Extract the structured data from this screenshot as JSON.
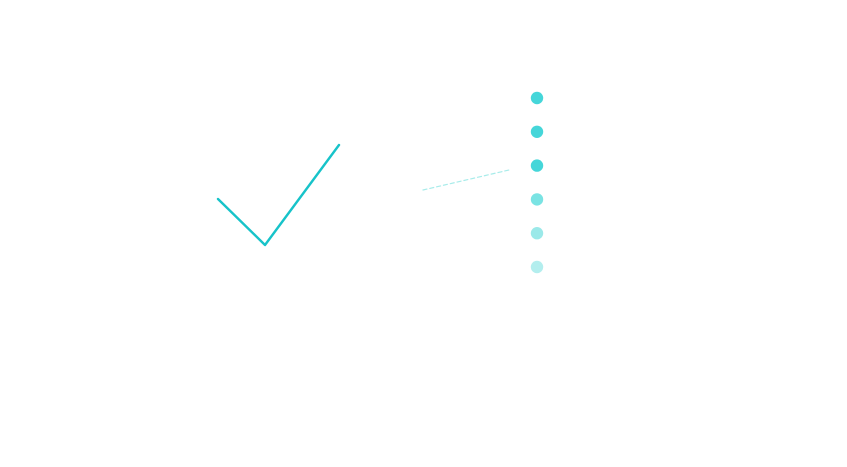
{
  "colors": {
    "background": "#ffffff",
    "check_stroke": "#17c3c9",
    "connector_stroke": "#a8ecea",
    "dots": [
      "#45d6d9",
      "#45d6d9",
      "#45d6d9",
      "#7ae3e3",
      "#9be9e9",
      "#b3eeee"
    ]
  },
  "icons": {
    "check": "checkmark-icon",
    "connector": "dashed-connector",
    "dots": "vertical-dot-indicator"
  },
  "dots": {
    "count": 6
  }
}
